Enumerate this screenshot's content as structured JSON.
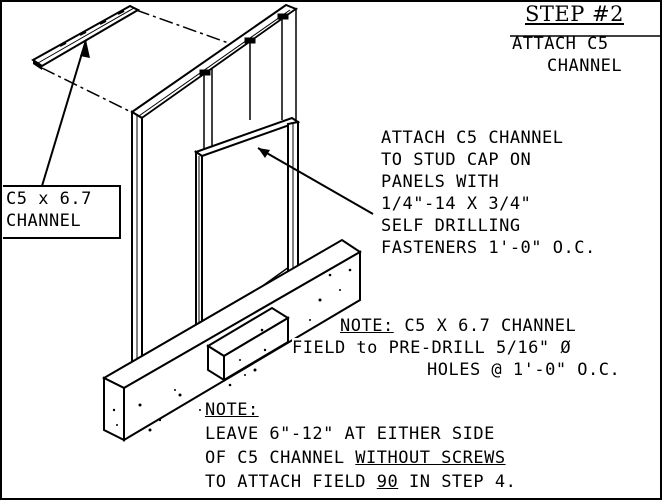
{
  "step": {
    "title": "STEP #2",
    "subtitle_line1": "ATTACH C5",
    "subtitle_line2": "CHANNEL"
  },
  "channel_label": {
    "line1": "C5 x 6.7",
    "line2": "CHANNEL"
  },
  "attach_note": {
    "lines": [
      "ATTACH C5 CHANNEL",
      "TO STUD CAP ON",
      "PANELS WITH",
      "1/4\"-14 X 3/4\"",
      "SELF DRILLING",
      "FASTENERS 1'-0\" O.C."
    ]
  },
  "predrill_note": {
    "note_word": "NOTE:",
    "line1_rest": " C5 X 6.7 CHANNEL",
    "line2": "FIELD to PRE-DRILL 5/16\" Ø",
    "line3": "HOLES @ 1'-0\" O.C."
  },
  "leave_note": {
    "note_word": "NOTE:",
    "line1": "LEAVE 6\"-12\" AT EITHER SIDE",
    "line2_a": "OF C5 CHANNEL ",
    "line2_b": "WITHOUT SCREWS",
    "line3_a": "TO ATTACH FIELD ",
    "line3_b": "90",
    "line3_c": " IN STEP 4."
  }
}
